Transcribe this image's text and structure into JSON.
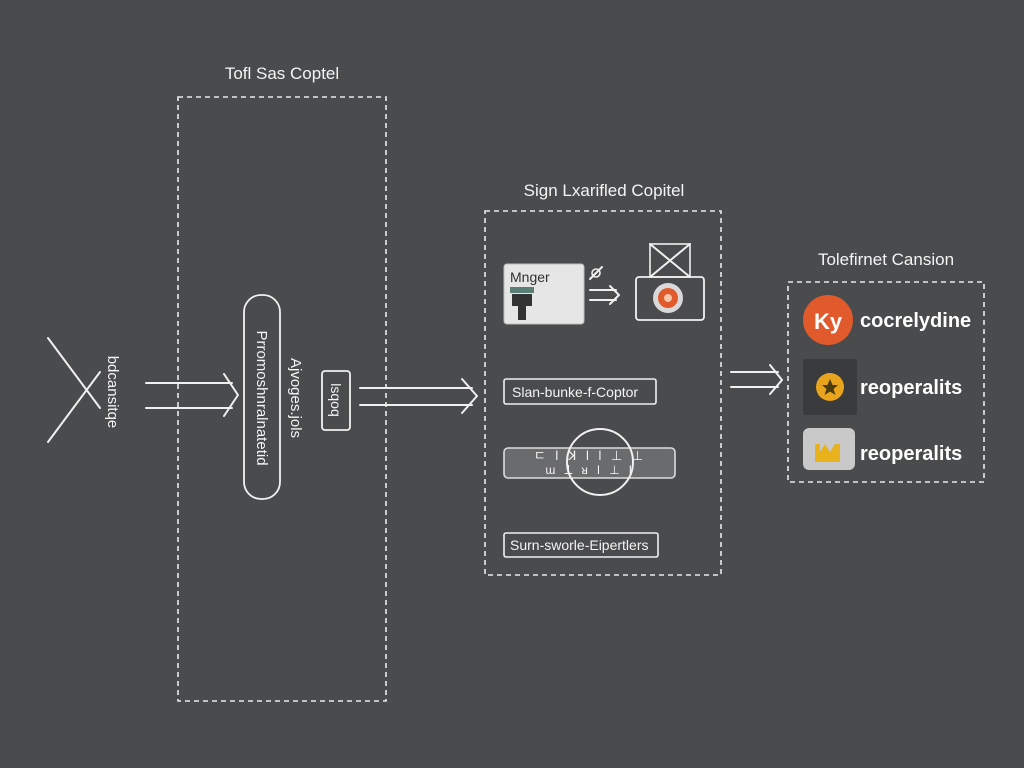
{
  "groups": {
    "left": {
      "title": "Tofl Sas Coptel"
    },
    "middle": {
      "title": "Sign Lxarifled Copitel"
    },
    "right": {
      "title": "Tolefirnet Cansion"
    }
  },
  "source": {
    "label": "bdcansitqe"
  },
  "left_nodes": {
    "pill_line1": "Prromoshnralnatetid",
    "pill_line2": "Ajvoges.jols",
    "badge": "lsqoq"
  },
  "middle_nodes": {
    "monitor_label": "Mnger",
    "panel1": "Slan-bunke-f-Coptor",
    "panel2_top": "ㄷ Ɩ ꓘ Ɩ Ɩ ⊥ ⊥",
    "panel2_bottom": "ɯ ꓕ ᴚ Ɩ ⊥ Ɩ",
    "panel3": "Surn-sworle-Eipertlers"
  },
  "right_items": [
    {
      "icon_text": "Ky",
      "label": "cocrelydine",
      "icon_color": "#e05a2b"
    },
    {
      "icon_text": "",
      "label": "reoperalits",
      "icon_color": "#e8a41c"
    },
    {
      "icon_text": "",
      "label": "reoperalits",
      "icon_color": "#e8b21c"
    }
  ],
  "colors": {
    "background": "#4a4b4d",
    "line": "#f0f0f0",
    "accent_orange": "#e05a2b",
    "accent_yellow": "#e8a41c"
  }
}
